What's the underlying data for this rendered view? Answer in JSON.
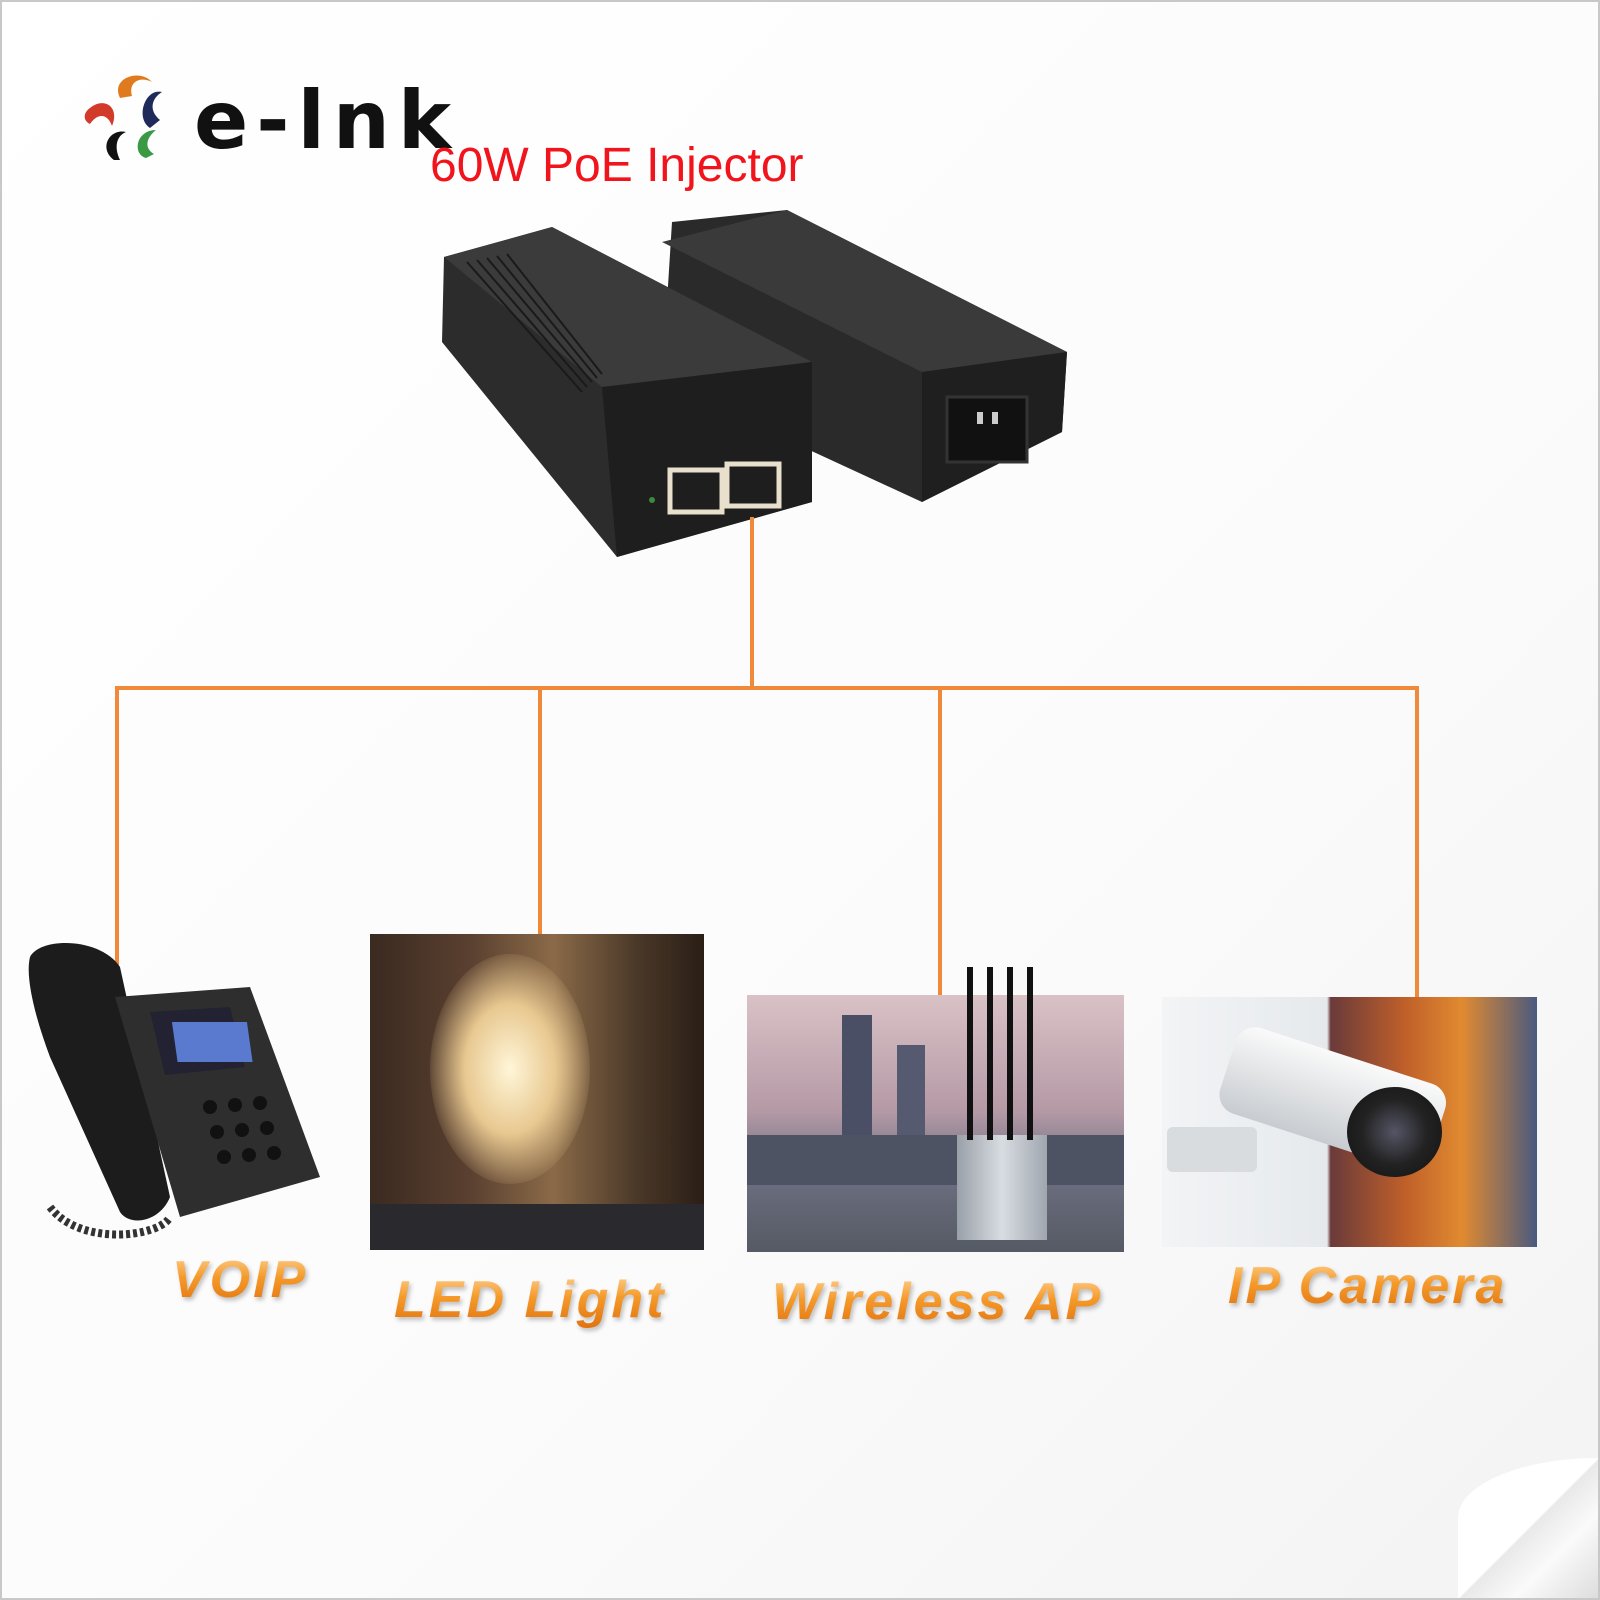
{
  "brand": {
    "name": "e-lnk",
    "logo_colors": [
      "#e07a1f",
      "#1f2a5a",
      "#d23a2a",
      "#111111",
      "#3a9a44"
    ]
  },
  "title": "60W PoE Injector",
  "accent_color": "#f0893a",
  "devices": [
    {
      "label": "VOIP",
      "icon": "voip-phone"
    },
    {
      "label": "LED Light",
      "icon": "led-chandelier"
    },
    {
      "label": "Wireless AP",
      "icon": "wireless-access-point"
    },
    {
      "label": "IP Camera",
      "icon": "ip-camera"
    }
  ]
}
